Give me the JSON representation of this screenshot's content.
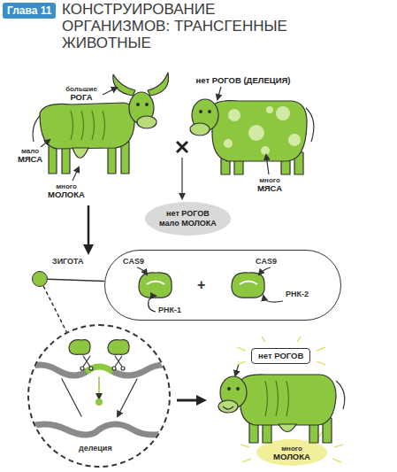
{
  "diagram": {
    "title": "КОНСТРУИРОВАНИЕ ОРГАНИЗМОВ: ТРАНСГЕННЫЕ ЖИВОТНЫЕ",
    "nodes": [
      {
        "text": [
          "Глава 11"
        ]
      },
      {
        "text": [
          "нет РОГОВ",
          "мало МОЛОКА"
        ]
      },
      {
        "text": [
          "ЗИГОТА"
        ]
      },
      {
        "text": [
          "CAS9",
          "CAS9",
          "РНК-1",
          "+",
          "РНК-2"
        ]
      },
      {
        "text": [
          "делеция"
        ]
      },
      {
        "text": [
          "нет РОГОВ"
        ]
      }
    ],
    "edges": [
      {
        "from": 2,
        "to": 3,
        "arrow": "none"
      },
      {
        "from": 2,
        "to": 4,
        "arrow": "none"
      }
    ],
    "labels": [
      "большие",
      "РОГА",
      "мало",
      "МЯСА",
      "много",
      "МОЛОКА",
      "нет РОГОВ (ДЕЛЕЦИЯ)",
      "много",
      "МЯСА",
      "много",
      "МОЛОКА"
    ]
  }
}
